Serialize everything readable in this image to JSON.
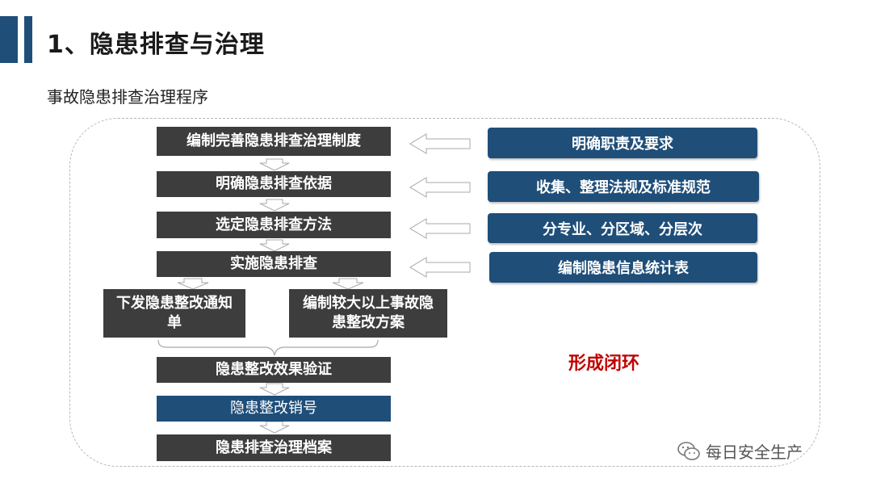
{
  "header": {
    "title": "1、隐患排查与治理",
    "subtitle": "事故隐患排查治理程序"
  },
  "flow": {
    "steps": [
      "编制完善隐患排查治理制度",
      "明确隐患排查依据",
      "选定隐患排查方法",
      "实施隐患排查"
    ],
    "branch_left": "下发隐患整改通知单",
    "branch_right": "编制较大以上事故隐患整改方案",
    "after": [
      "隐患整改效果验证",
      "隐患整改销号",
      "隐患排查治理档案"
    ]
  },
  "inputs": [
    "明确职责及要求",
    "收集、整理法规及标准规范",
    "分专业、分区域、分层次",
    "编制隐患信息统计表"
  ],
  "loop_label": "形成闭环",
  "watermark": "每日安全生产",
  "colors": {
    "dark_box": "#3d3d3d",
    "blue_box": "#1f4e79",
    "loop_text": "#c00000"
  }
}
